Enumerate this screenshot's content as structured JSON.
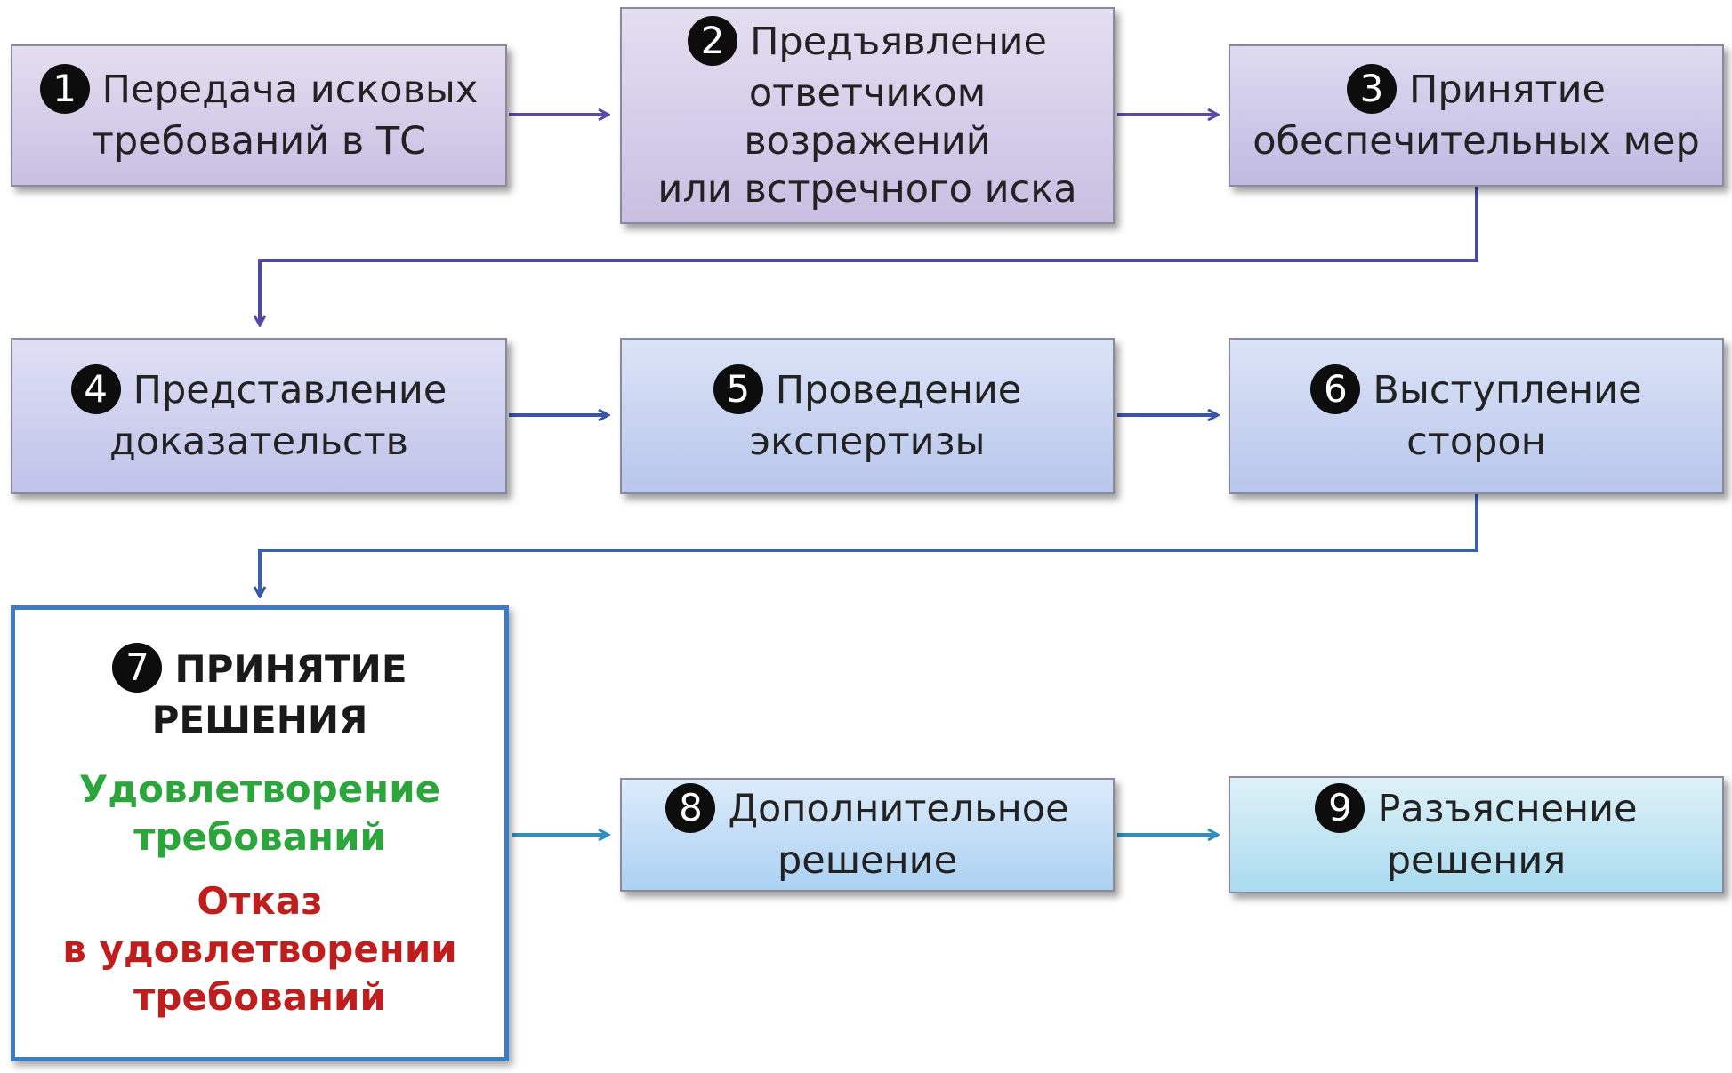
{
  "steps": [
    {
      "num": "1",
      "lines": [
        "Передача исковых",
        "требований в ТС"
      ]
    },
    {
      "num": "2",
      "lines": [
        "Предъявление",
        "ответчиком",
        "возражений",
        "или встречного иска"
      ]
    },
    {
      "num": "3",
      "lines": [
        "Принятие",
        "обеспечительных мер"
      ]
    },
    {
      "num": "4",
      "lines": [
        "Представление",
        "доказательств"
      ]
    },
    {
      "num": "5",
      "lines": [
        "Проведение",
        "экспертизы"
      ]
    },
    {
      "num": "6",
      "lines": [
        "Выступление",
        "сторон"
      ]
    },
    {
      "num": "8",
      "lines": [
        "Дополнительное",
        "решение"
      ]
    },
    {
      "num": "9",
      "lines": [
        "Разъяснение",
        "решения"
      ]
    }
  ],
  "decision": {
    "num": "7",
    "title": [
      "ПРИНЯТИЕ",
      "РЕШЕНИЯ"
    ],
    "approve": [
      "Удовлетворение",
      "требований"
    ],
    "refuse": [
      "Отказ",
      "в удовлетворении",
      "требований"
    ]
  },
  "colors": {
    "arrow_violet": "#5b4aa3",
    "arrow_blue": "#3a55a8",
    "arrow_teal": "#2f8fbf",
    "decision_border": "#3f7bc0",
    "approve_text": "#2aa63a",
    "refuse_text": "#c01d1d"
  }
}
